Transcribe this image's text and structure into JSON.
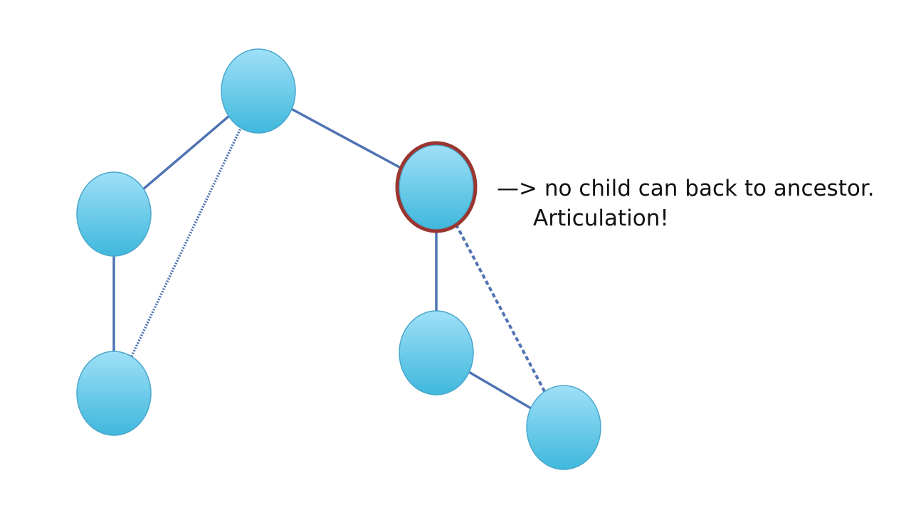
{
  "diagram": {
    "annotation": {
      "arrow": "—>",
      "line1": "no child can back to ancestor.",
      "line2": "Articulation!"
    },
    "colors": {
      "node_fill_top": "#9fe0f8",
      "node_fill_bottom": "#3fb8dc",
      "node_stroke": "#4aa7cc",
      "edge": "#4f73b3",
      "highlight_ring": "#9a3530",
      "text": "#111111"
    },
    "nodes": [
      {
        "id": "root"
      },
      {
        "id": "left-middle"
      },
      {
        "id": "left-bottom"
      },
      {
        "id": "articulation",
        "highlighted": true
      },
      {
        "id": "right-child-a"
      },
      {
        "id": "right-child-b"
      }
    ],
    "edges": [
      {
        "from": "root",
        "to": "left-middle",
        "style": "solid"
      },
      {
        "from": "root",
        "to": "articulation",
        "style": "solid"
      },
      {
        "from": "left-middle",
        "to": "left-bottom",
        "style": "solid"
      },
      {
        "from": "left-bottom",
        "to": "root",
        "style": "dotted"
      },
      {
        "from": "articulation",
        "to": "right-child-a",
        "style": "solid"
      },
      {
        "from": "right-child-a",
        "to": "right-child-b",
        "style": "solid"
      },
      {
        "from": "right-child-b",
        "to": "articulation",
        "style": "dashed"
      }
    ]
  }
}
